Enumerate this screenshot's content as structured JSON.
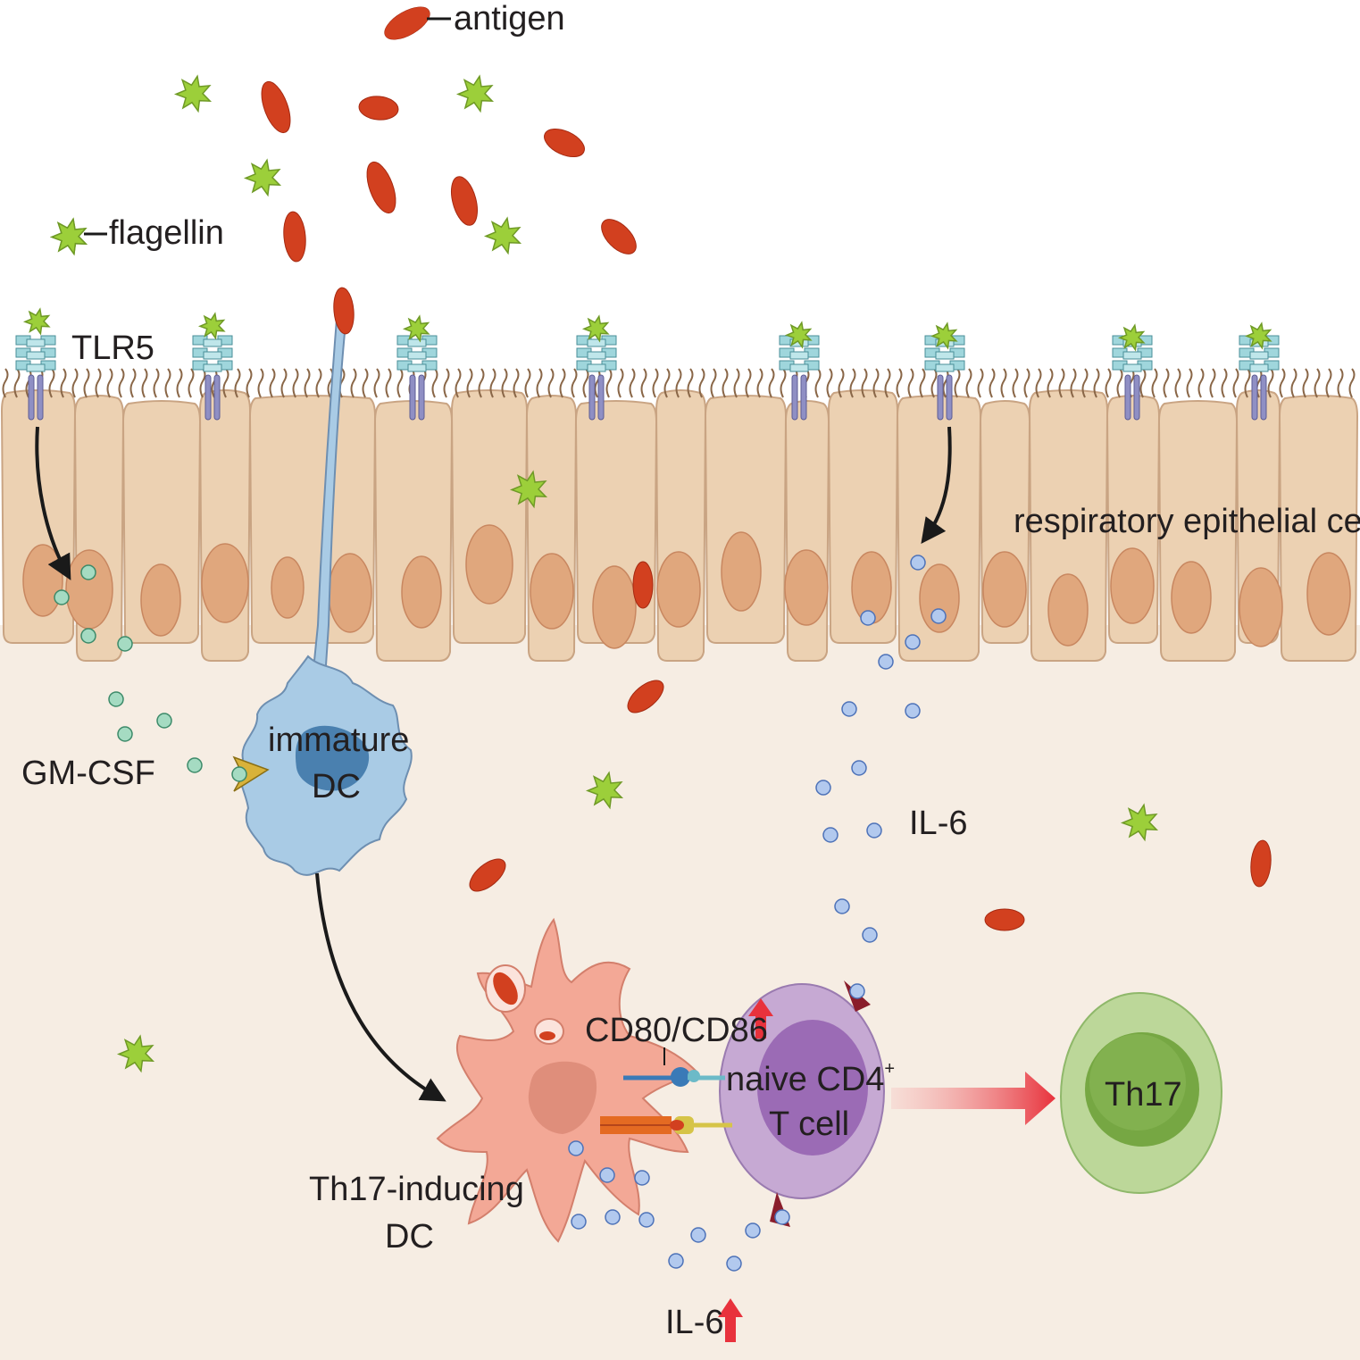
{
  "legend": {
    "antigen": "antigen",
    "flagellin": "flagellin"
  },
  "labels": {
    "tlr5": "TLR5",
    "epithelial": "respiratory epithelial cell",
    "gmcsf": "GM-CSF",
    "immature_dc_line1": "immature",
    "immature_dc_line2": "DC",
    "il6_mid": "IL-6",
    "costim": "CD80/CD86",
    "naive_line1": "naive CD4",
    "naive_sup": "+",
    "naive_line2": "T cell",
    "th17": "Th17",
    "th17_dc_line1": "Th17-inducing",
    "th17_dc_line2": "DC",
    "il6_bottom": "IL-6"
  },
  "colors": {
    "antigen": "#d2401f",
    "flagellin": "#9ccf3a",
    "epithelium": "#ecd1b2",
    "nucleus": "#e0a77d",
    "tissue": "#f6ede3",
    "immature_dc": "#a9cbe5",
    "th17_inducing_dc": "#f3a896",
    "naive_t_cell": "#c6a9d3",
    "th17_cell": "#bcd799",
    "gmcsf": "#a5dbc2",
    "il6": "#b2c9ee",
    "increase_arrow": "#e8323c"
  },
  "icons": [
    "antigen-icon",
    "flagellin-icon",
    "tlr5-receptor-icon",
    "gmcsf-particle-icon",
    "il6-particle-icon",
    "increase-arrow-icon"
  ]
}
